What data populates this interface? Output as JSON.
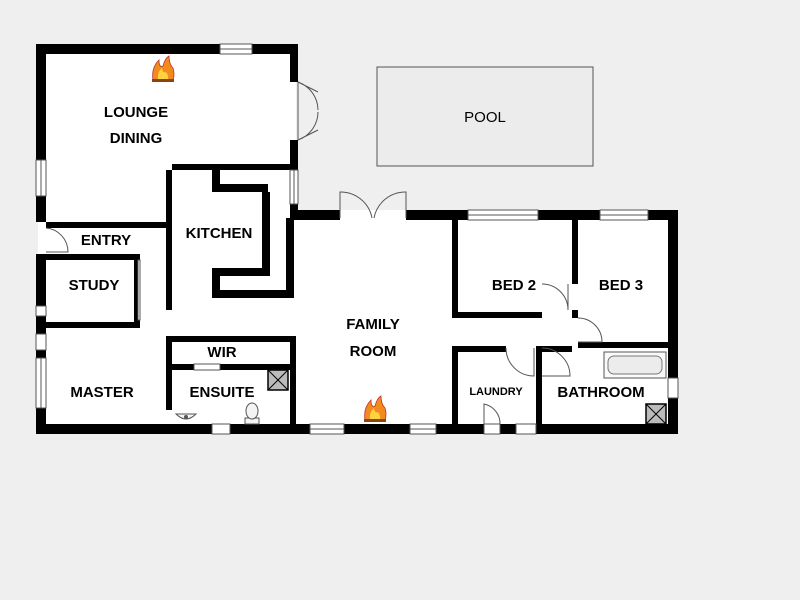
{
  "rooms": {
    "lounge": "LOUNGE",
    "dining": "DINING",
    "kitchen": "KITCHEN",
    "entry": "ENTRY",
    "study": "STUDY",
    "family": "FAMILY",
    "room": "ROOM",
    "master": "MASTER",
    "wir": "WIR",
    "ensuite": "ENSUITE",
    "bed2": "BED 2",
    "bed3": "BED 3",
    "laundry": "LAUNDRY",
    "bathroom": "BATHROOM",
    "pool": "POOL"
  },
  "colors": {
    "background": "#efefef",
    "floor": "#ffffff",
    "wall": "#000000",
    "pool_fill": "#ececec"
  },
  "icons": [
    "fireplace-icon",
    "toilet-icon",
    "basin-icon",
    "shower-icon",
    "bathtub-icon",
    "door-swing-icon",
    "window-icon"
  ]
}
